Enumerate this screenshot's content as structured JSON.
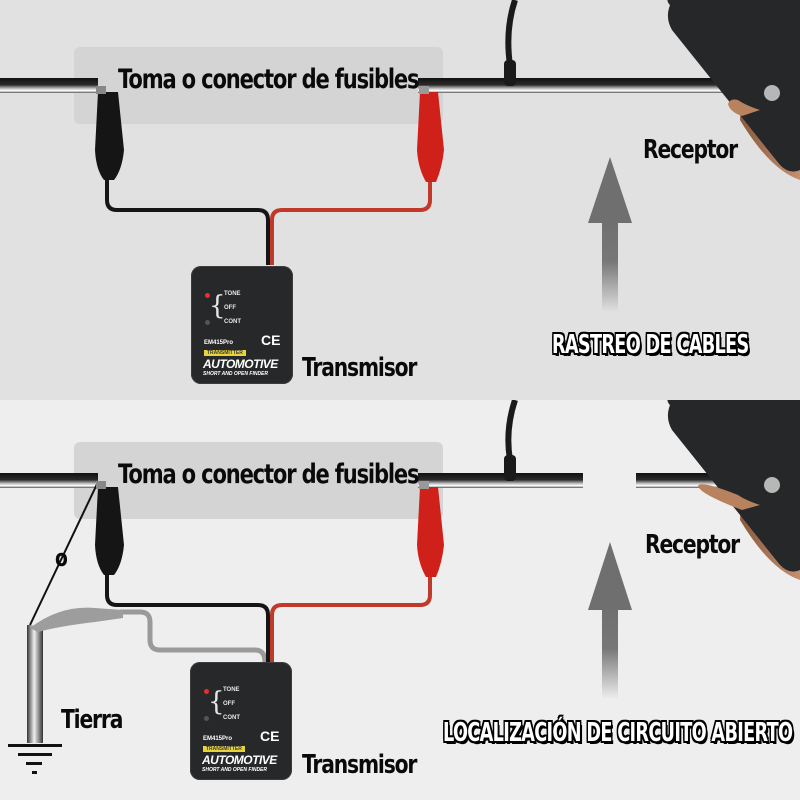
{
  "colors": {
    "panel_top_bg": "#e1e1e1",
    "panel_bottom_bg": "#eeeeee",
    "label_box_bg": "#d4d4d4",
    "wire_red": "#c0392b",
    "clip_red": "#d0201a",
    "clip_black": "#151515",
    "device_body": "#262829",
    "arrow_gray": "#6f6f6f",
    "ground_clip_gray": "#9a9a9a"
  },
  "top_panel": {
    "fuse_label": "Toma o conector de fusibles",
    "receiver_label": "Receptor",
    "transmitter_label": "Transmisor",
    "mode_title": "RASTREO DE CABLES",
    "arrow_icon": "up-arrow",
    "transmitter_device": {
      "switch_positions": [
        "TONE",
        "OFF",
        "CONT"
      ],
      "model": "EM415Pro",
      "tag": "TRANSMITTER",
      "brand": "AUTOMOTIVE",
      "subtitle": "SHORT AND OPEN FINDER",
      "cert": "CE"
    }
  },
  "bottom_panel": {
    "fuse_label": "Toma o conector de fusibles",
    "receiver_label": "Receptor",
    "transmitter_label": "Transmisor",
    "ground_label": "Tierra",
    "or_label": "o",
    "mode_title": "LOCALIZACIÓN DE CIRCUITO ABIERTO",
    "arrow_icon": "up-arrow",
    "ground_icon": "ground-symbol",
    "transmitter_device": {
      "switch_positions": [
        "TONE",
        "OFF",
        "CONT"
      ],
      "model": "EM415Pro",
      "tag": "TRANSMITTER",
      "brand": "AUTOMOTIVE",
      "subtitle": "SHORT AND OPEN FINDER",
      "cert": "CE"
    }
  }
}
